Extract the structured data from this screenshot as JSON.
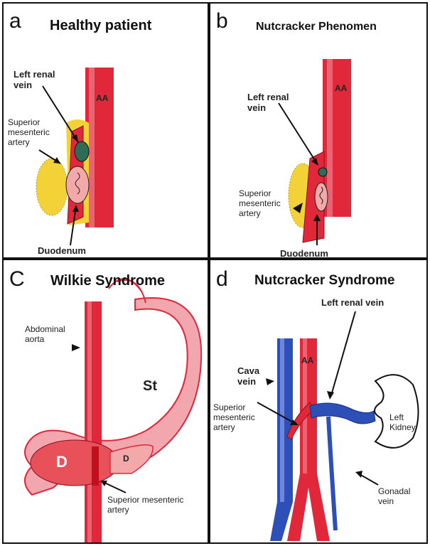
{
  "panels": {
    "a": {
      "letter": "a",
      "title": "Healthy patient",
      "labels": {
        "left_renal_vein": "Left renal\nvein",
        "aa": "AA",
        "sma": "Superior\nmesenteric\nartery",
        "duodenum": "Duodenum"
      }
    },
    "b": {
      "letter": "b",
      "title": "Nutcracker Phenomen",
      "labels": {
        "left_renal_vein": "Left renal\nvein",
        "aa": "AA",
        "sma": "Superior\nmesenteric\nartery",
        "duodenum": "Duodenum"
      }
    },
    "c": {
      "letter": "C",
      "title": "Wilkie Syndrome",
      "labels": {
        "abdominal_aorta": "Abdominal\naorta",
        "st": "St",
        "d_large": "D",
        "d_small": "D",
        "sma": "Superior mesenteric\nartery"
      }
    },
    "d": {
      "letter": "d",
      "title": "Nutcracker Syndrome",
      "labels": {
        "left_renal_vein": "Left renal vein",
        "aa": "AA",
        "cava_vein": "Cava\nvein",
        "sma": "Superior\nmesenteric\nartery",
        "left_kidney": "Left\nKidney",
        "gonadal_vein": "Gonadal\nvein"
      }
    }
  },
  "colors": {
    "artery": "#e0283a",
    "artery_light": "#f28a96",
    "vein": "#2c4fb8",
    "fat": "#f2d236",
    "duodenum_fill": "#f3a9a9",
    "lrv_fill": "#2f6b55",
    "stomach": "#f1a7ad"
  }
}
